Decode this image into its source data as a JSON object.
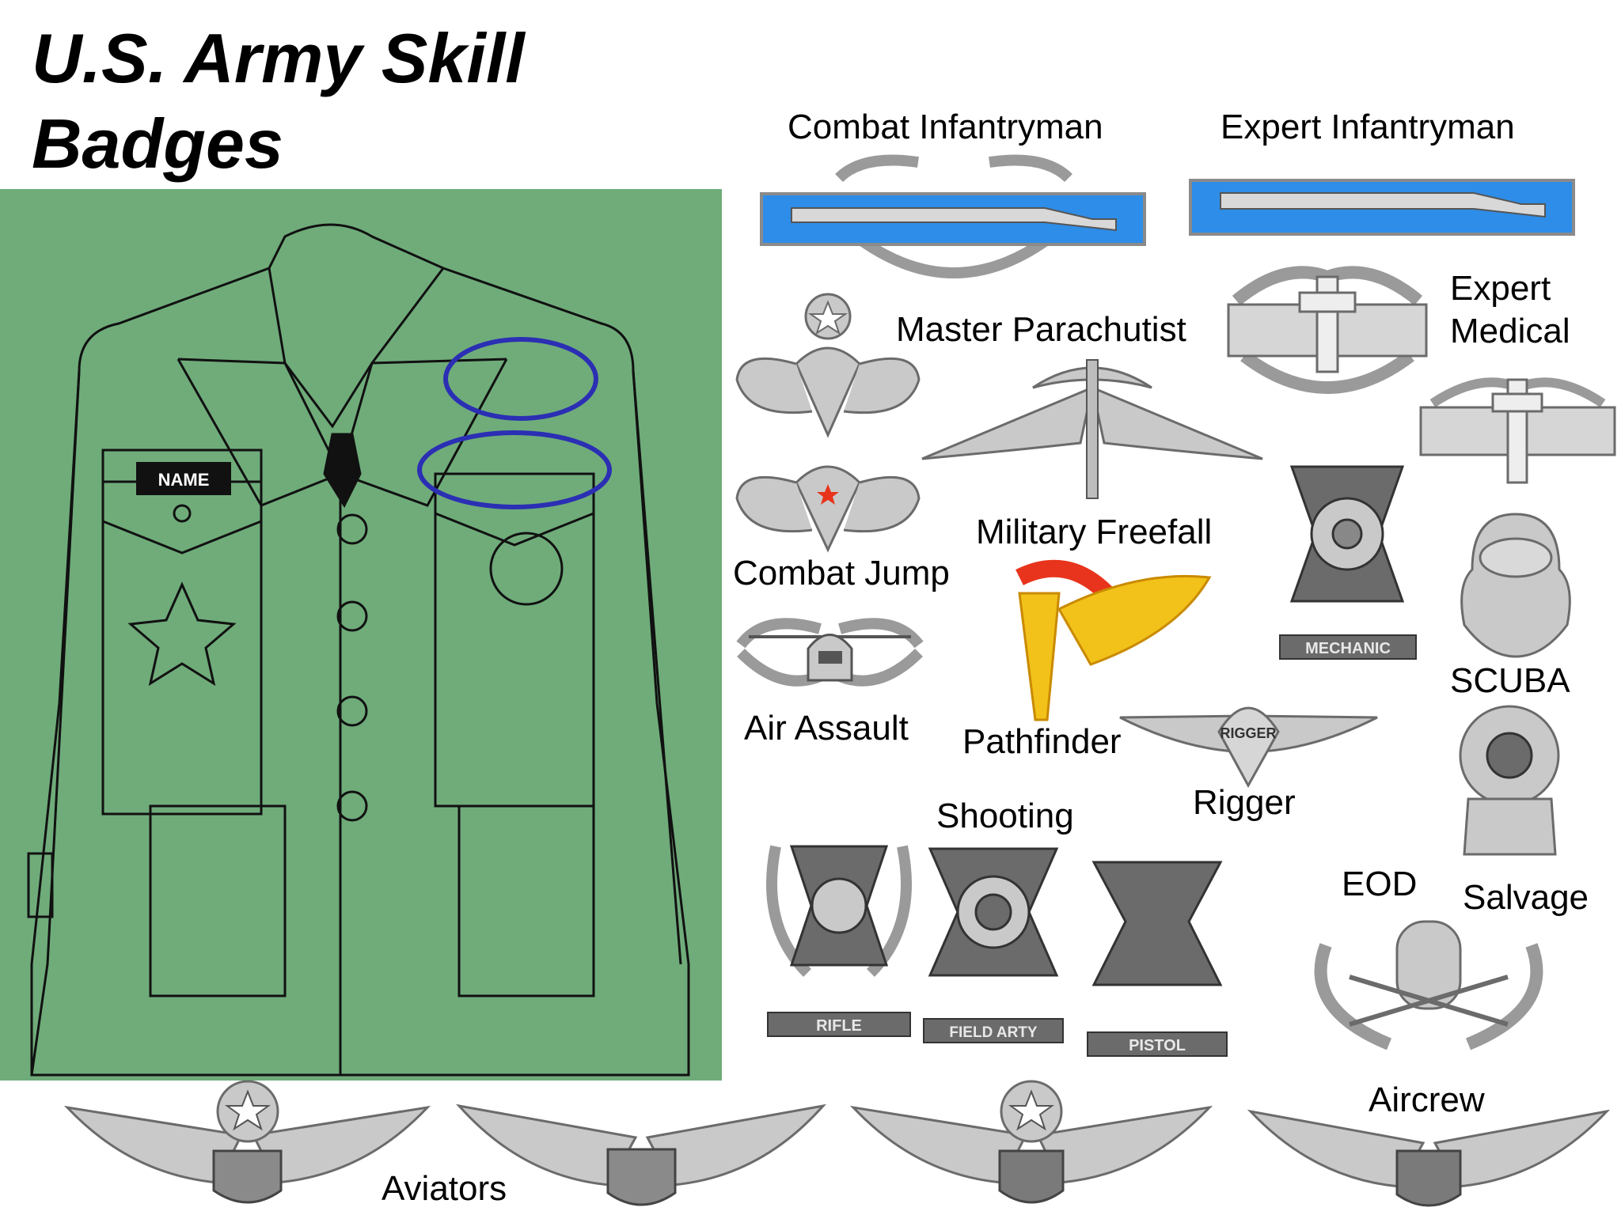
{
  "title_line1": "U.S. Army Skill",
  "title_line2": "Badges",
  "jacket": {
    "name_tag": "NAME"
  },
  "labels": {
    "combat_infantryman": "Combat Infantryman",
    "expert_infantryman": "Expert Infantryman",
    "master_parachutist": "Master Parachutist",
    "expert_medical_1": "Expert",
    "expert_medical_2": "Medical",
    "military_freefall": "Military Freefall",
    "combat_jump": "Combat Jump",
    "air_assault": "Air Assault",
    "pathfinder": "Pathfinder",
    "rigger": "Rigger",
    "scuba": "SCUBA",
    "shooting": "Shooting",
    "eod": "EOD",
    "salvage": "Salvage",
    "aircrew": "Aircrew",
    "aviators": "Aviators"
  },
  "badge_text": {
    "mechanic": "MECHANIC",
    "rifle": "RIFLE",
    "field_arty": "FIELD ARTY",
    "pistol": "PISTOL",
    "rigger": "RIGGER"
  },
  "colors": {
    "jacket_bg": "#6fac7a",
    "cib_blue": "#2e8de8",
    "silver": "#c9c9c9",
    "silver_dark": "#6b6b6b",
    "highlight": "#2b2fb3",
    "pathfinder_gold": "#f2c21a",
    "pathfinder_red": "#e8341c"
  }
}
